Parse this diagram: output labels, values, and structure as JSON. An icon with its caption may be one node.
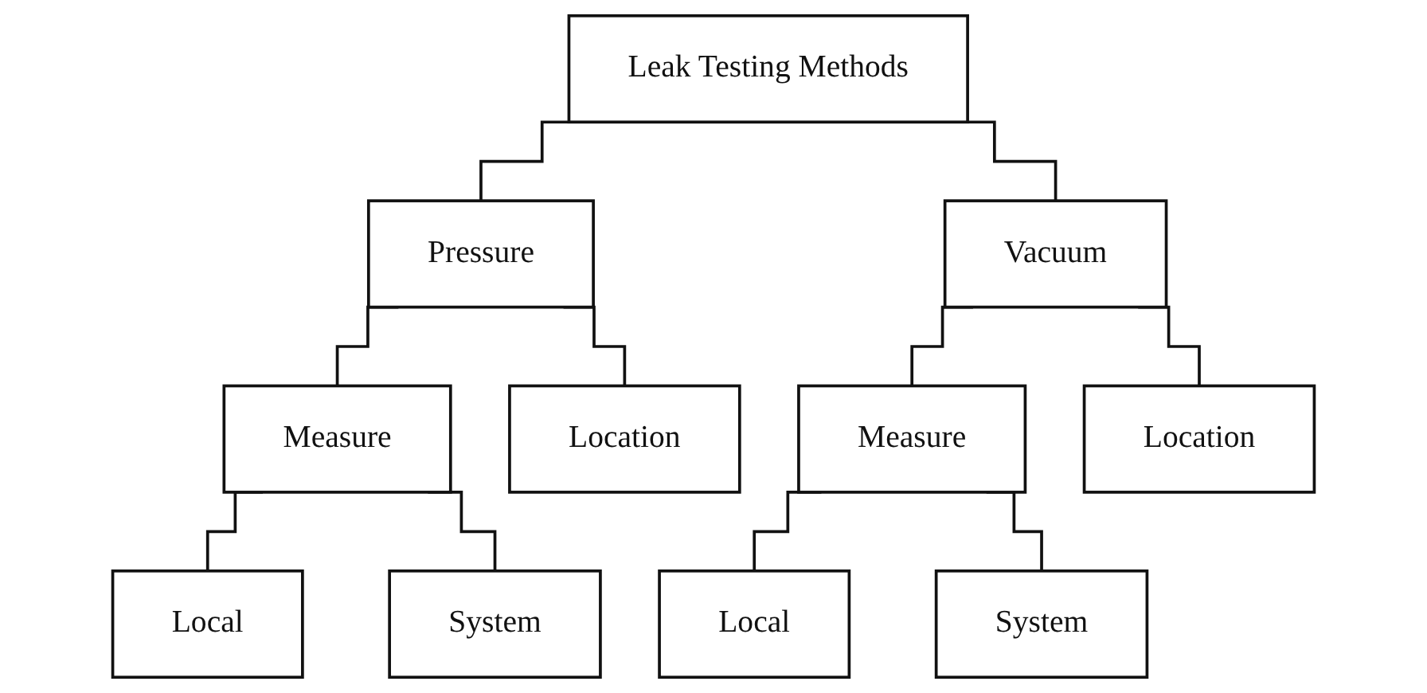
{
  "diagram": {
    "nodes": [
      {
        "text": [
          "Leak Testing Methods"
        ]
      },
      {
        "text": [
          "Pressure"
        ]
      },
      {
        "text": [
          "Vacuum"
        ]
      },
      {
        "text": [
          "Measure"
        ]
      },
      {
        "text": [
          "Location"
        ]
      },
      {
        "text": [
          "Local"
        ]
      },
      {
        "text": [
          "System"
        ]
      },
      {
        "text": [
          "Measure"
        ]
      },
      {
        "text": [
          "Location"
        ]
      },
      {
        "text": [
          "Local"
        ]
      },
      {
        "text": [
          "System"
        ]
      }
    ],
    "edges": [
      {
        "from": 0,
        "to": 1,
        "arrow": "none"
      },
      {
        "from": 0,
        "to": 2,
        "arrow": "none"
      },
      {
        "from": 1,
        "to": 3,
        "arrow": "none"
      },
      {
        "from": 1,
        "to": 4,
        "arrow": "none"
      },
      {
        "from": 3,
        "to": 5,
        "arrow": "none"
      },
      {
        "from": 3,
        "to": 6,
        "arrow": "none"
      },
      {
        "from": 2,
        "to": 7,
        "arrow": "none"
      },
      {
        "from": 2,
        "to": 8,
        "arrow": "none"
      },
      {
        "from": 7,
        "to": 9,
        "arrow": "none"
      },
      {
        "from": 7,
        "to": 10,
        "arrow": "none"
      }
    ]
  }
}
